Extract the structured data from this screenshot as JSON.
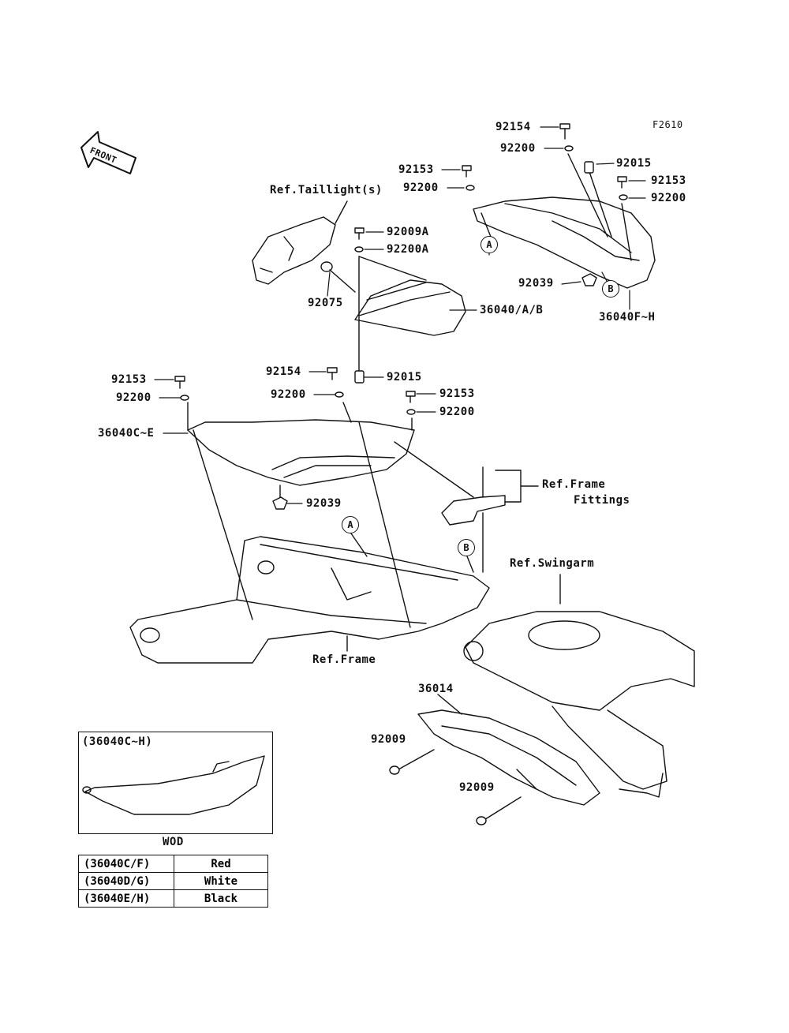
{
  "figure_code": "F2610",
  "front_label": "FRONT",
  "references": {
    "taillight": "Ref.Taillight(s)",
    "frame_fittings_line1": "Ref.Frame",
    "frame_fittings_line2": "Fittings",
    "swingarm": "Ref.Swingarm",
    "frame": "Ref.Frame"
  },
  "callouts": {
    "circle_a": "A",
    "circle_b": "B"
  },
  "part_labels": {
    "p92154_top": "92154",
    "p92200_top": "92200",
    "p92015_top": "92015",
    "p92153_top_left": "92153",
    "p92200_top_left": "92200",
    "p92153_top_right": "92153",
    "p92200_top_right": "92200",
    "p92009A": "92009A",
    "p92200A": "92200A",
    "p92075": "92075",
    "p36040AB": "36040/A/B",
    "p92039_top": "92039",
    "p36040FH": "36040F~H",
    "p92153_mid_left": "92153",
    "p92200_mid_left": "92200",
    "p92154_mid": "92154",
    "p92200_mid": "92200",
    "p92015_mid": "92015",
    "p92153_mid_right": "92153",
    "p92200_mid_right": "92200",
    "p36040CE": "36040C~E",
    "p92039_mid": "92039",
    "p36014": "36014",
    "p92009_left": "92009",
    "p92009_right": "92009"
  },
  "wod": {
    "box_title": "(36040C~H)",
    "caption": "WOD"
  },
  "color_table": [
    {
      "part": "(36040C/F)",
      "color": "Red"
    },
    {
      "part": "(36040D/G)",
      "color": "White"
    },
    {
      "part": "(36040E/H)",
      "color": "Black"
    }
  ]
}
